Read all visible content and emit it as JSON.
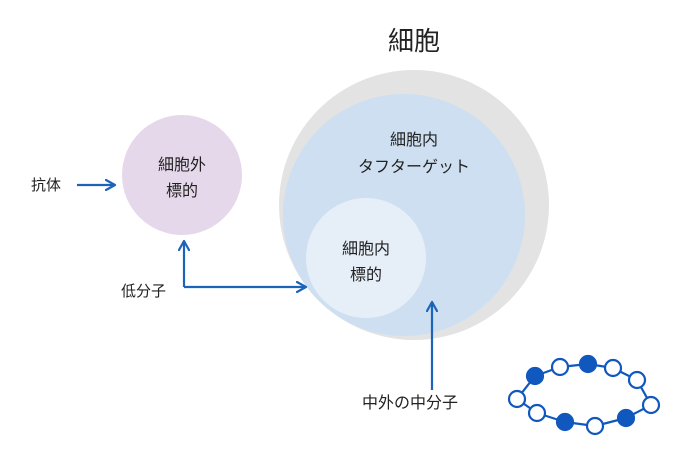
{
  "diagram": {
    "cell_title": "細胞",
    "extracellular_target": {
      "line1": "細胞外",
      "line2": "標的"
    },
    "intracellular_target_area": {
      "line1": "細胞内",
      "line2": "タフターゲット"
    },
    "intracellular_target": {
      "line1": "細胞内",
      "line2": "標的"
    },
    "antibody_label": "抗体",
    "small_molecule_label": "低分子",
    "middle_molecule_label": "中外の中分子",
    "colors": {
      "cell_outer": "#e3e3e3",
      "cell_inner": "#cddff0",
      "intracellular_target": "#e6eef8",
      "extracellular_target": "#e6d8eb",
      "arrow": "#1c64b8",
      "molecule_filled": "#1058be",
      "molecule_empty": "#ffffff"
    },
    "icons": [
      "arrow-right-icon",
      "arrow-up-icon",
      "elbow-arrow-icon",
      "cyclic-peptide-icon"
    ]
  }
}
